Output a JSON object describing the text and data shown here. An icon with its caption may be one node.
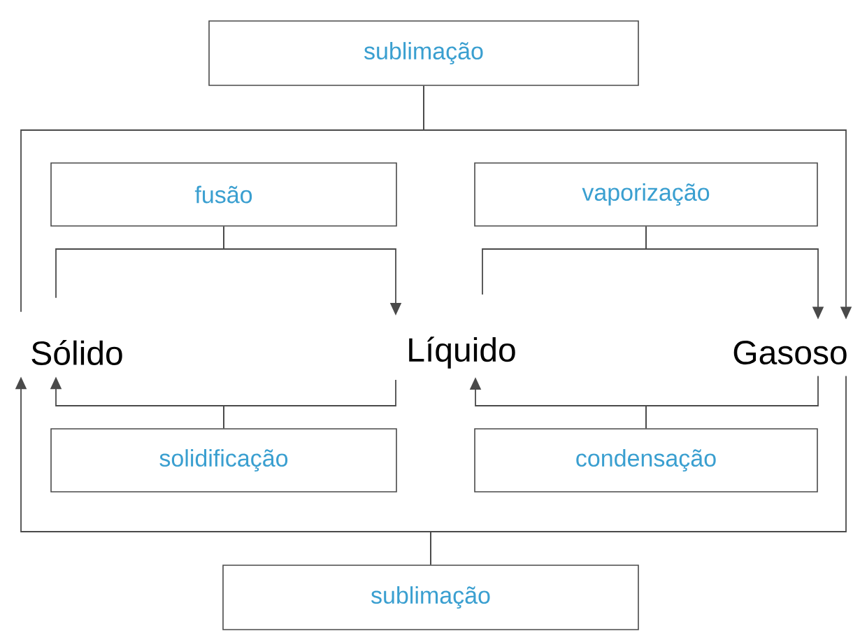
{
  "diagram": {
    "nodes": [
      {
        "text": [
          "sublimação"
        ]
      },
      {
        "text": [
          "fusão"
        ]
      },
      {
        "text": [
          "vaporização"
        ]
      },
      {
        "text": [
          "Sólido"
        ]
      },
      {
        "text": [
          "Líquido"
        ]
      },
      {
        "text": [
          "Gasoso"
        ]
      },
      {
        "text": [
          "solidificação"
        ]
      },
      {
        "text": [
          "condensação"
        ]
      },
      {
        "text": [
          "sublimação"
        ]
      }
    ],
    "edges": [
      {
        "from": 3,
        "to": 0,
        "arrow": "none"
      },
      {
        "from": 0,
        "to": 5,
        "arrow": "to"
      },
      {
        "from": 3,
        "to": 1,
        "arrow": "none"
      },
      {
        "from": 1,
        "to": 4,
        "arrow": "to"
      },
      {
        "from": 4,
        "to": 2,
        "arrow": "none"
      },
      {
        "from": 2,
        "to": 5,
        "arrow": "to"
      },
      {
        "from": 4,
        "to": 6,
        "arrow": "none"
      },
      {
        "from": 6,
        "to": 3,
        "arrow": "to"
      },
      {
        "from": 5,
        "to": 7,
        "arrow": "none"
      },
      {
        "from": 7,
        "to": 4,
        "arrow": "to"
      },
      {
        "from": 5,
        "to": 8,
        "arrow": "none"
      },
      {
        "from": 8,
        "to": 3,
        "arrow": "to"
      }
    ]
  }
}
